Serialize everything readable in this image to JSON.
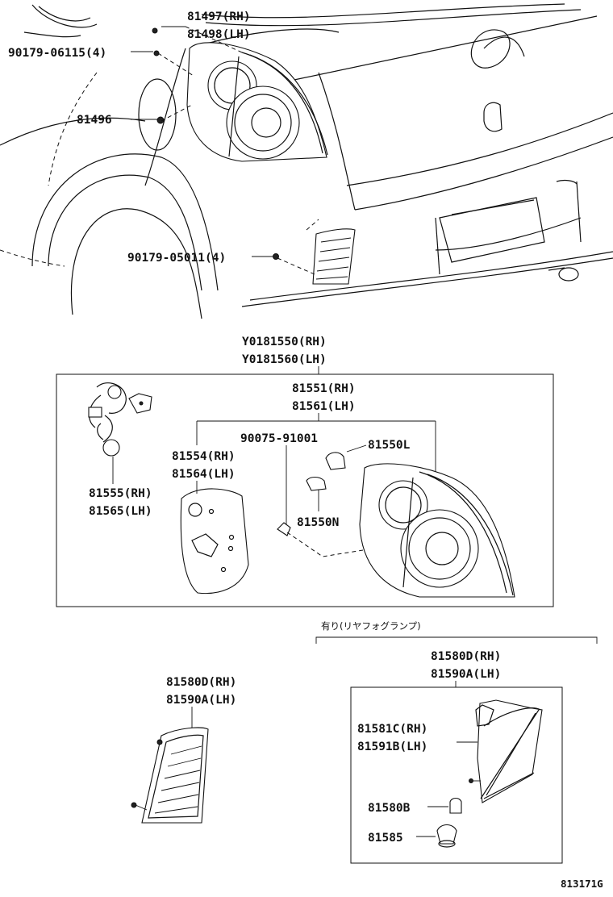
{
  "labels": {
    "p81497": "81497(RH)",
    "p81498": "81498(LH)",
    "p90179_06115": "90179-06115(4)",
    "p81496": "81496",
    "p90179_05011": "90179-05011(4)",
    "assyRH": "Y0181550(RH)",
    "assyLH": "Y0181560(LH)",
    "p81551": "81551(RH)",
    "p81561": "81561(LH)",
    "p90075": "90075-91001",
    "p81550L": "81550L",
    "p81554": "81554(RH)",
    "p81564": "81564(LH)",
    "p81555": "81555(RH)",
    "p81565": "81565(LH)",
    "p81550N": "81550N",
    "fogNote": "有り(リヤフォグランプ)",
    "p81580D_a": "81580D(RH)",
    "p81590A_a": "81590A(LH)",
    "p81580D_b": "81580D(RH)",
    "p81590A_b": "81590A(LH)",
    "p81581C": "81581C(RH)",
    "p81591B": "81591B(LH)",
    "p81580B": "81580B",
    "p81585": "81585",
    "catalog": "813171G"
  }
}
